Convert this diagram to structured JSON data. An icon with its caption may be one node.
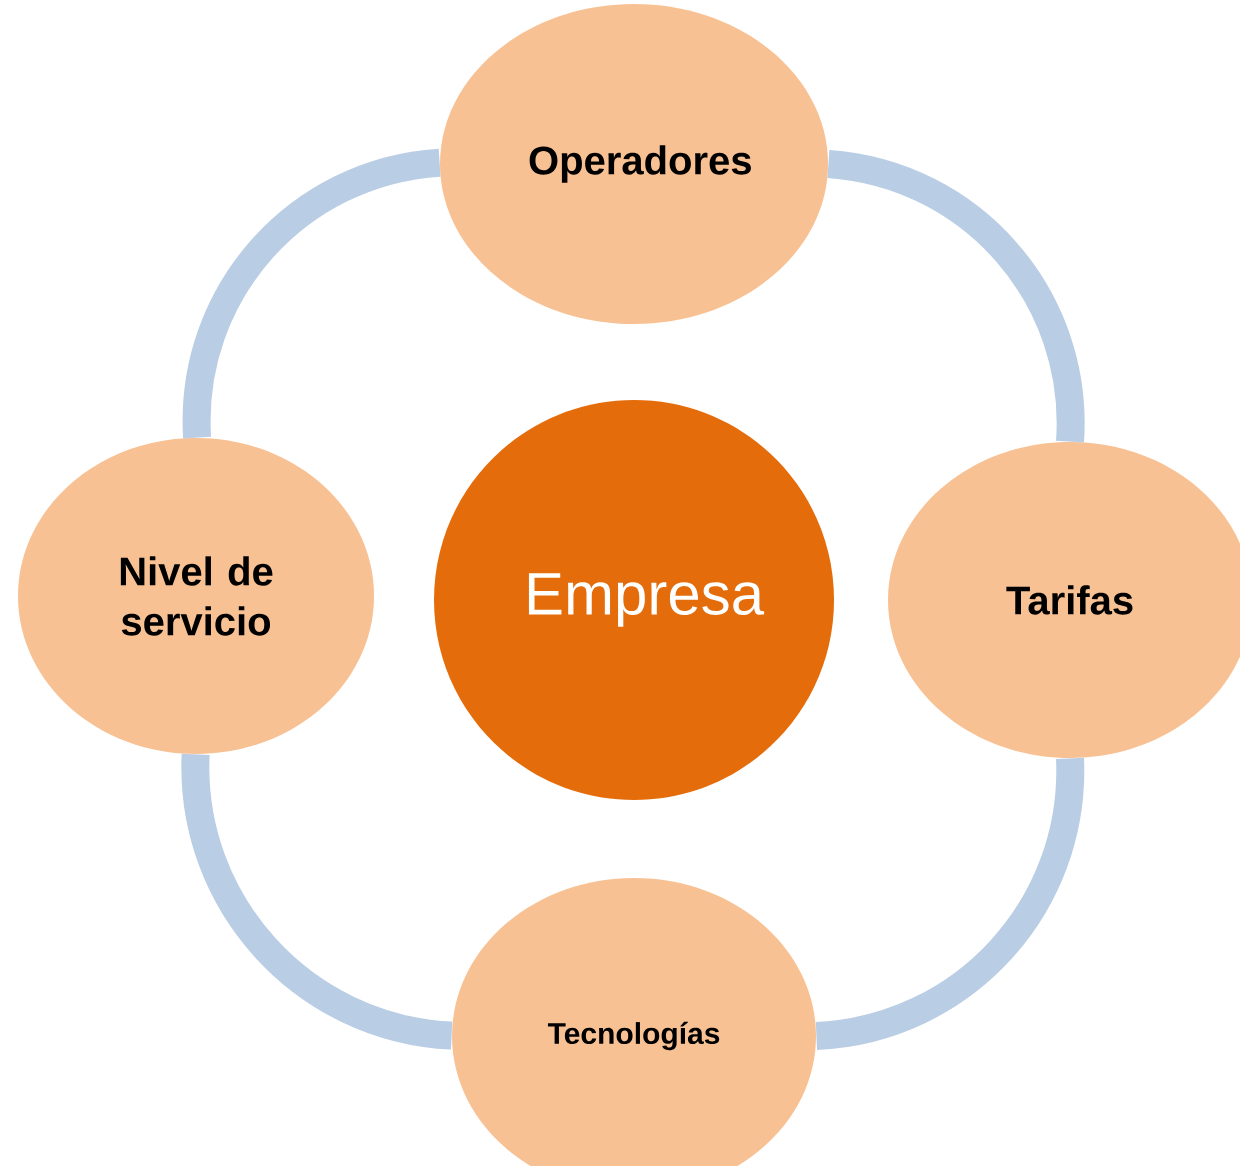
{
  "diagram": {
    "nodes": [
      {
        "text": [
          "Operadores"
        ]
      },
      {
        "text": [
          "Nivel de servicio"
        ]
      },
      {
        "text": [
          "Empresa"
        ]
      },
      {
        "text": [
          "Tarifas"
        ]
      },
      {
        "text": [
          "Tecnologías"
        ]
      }
    ],
    "edges": [
      {
        "from": 0,
        "to": 3,
        "arrow": "none"
      },
      {
        "from": 3,
        "to": 4,
        "arrow": "none"
      },
      {
        "from": 4,
        "to": 1,
        "arrow": "none"
      },
      {
        "from": 1,
        "to": 0,
        "arrow": "none"
      }
    ]
  }
}
